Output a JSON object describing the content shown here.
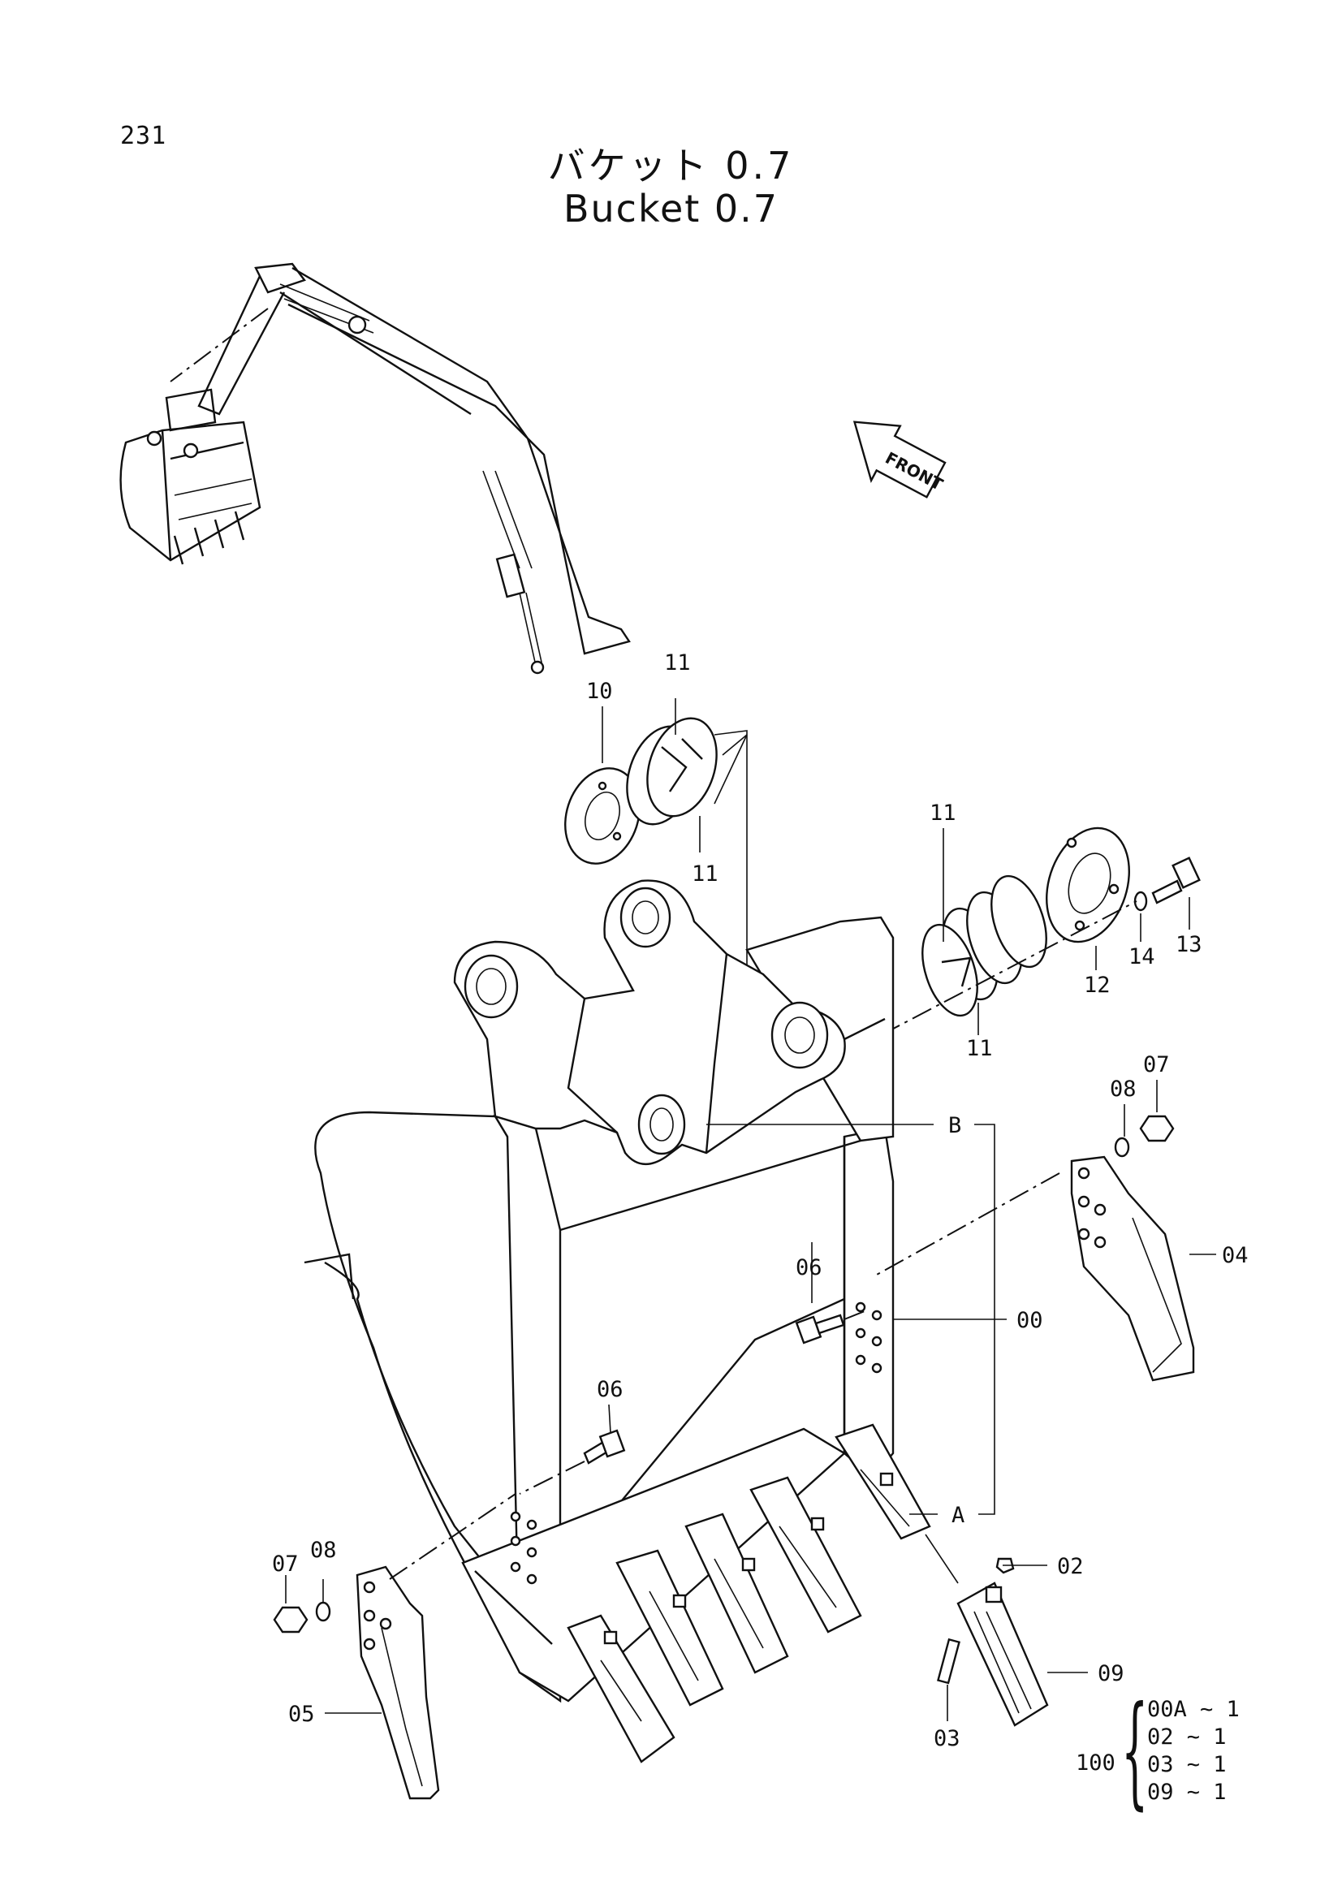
{
  "page_number": "231",
  "title_ja": "バケット 0.7",
  "title_en": "Bucket 0.7",
  "front_arrow": "FRONT",
  "callouts": {
    "c11a": "11",
    "c10": "10",
    "c11b": "11",
    "c11c": "11",
    "c11d": "11",
    "c12": "12",
    "c14": "14",
    "c13": "13",
    "c07r": "07",
    "c08r": "08",
    "c04": "04",
    "cB": "B",
    "c00": "00",
    "c06a": "06",
    "c06b": "06",
    "cA": "A",
    "c02": "02",
    "c09": "09",
    "c03": "03",
    "c07l": "07",
    "c08l": "08",
    "c05": "05"
  },
  "kit": {
    "label": "100",
    "items": [
      "00A ~ 1",
      "02 ~ 1",
      "03 ~ 1",
      "09 ~ 1"
    ]
  }
}
